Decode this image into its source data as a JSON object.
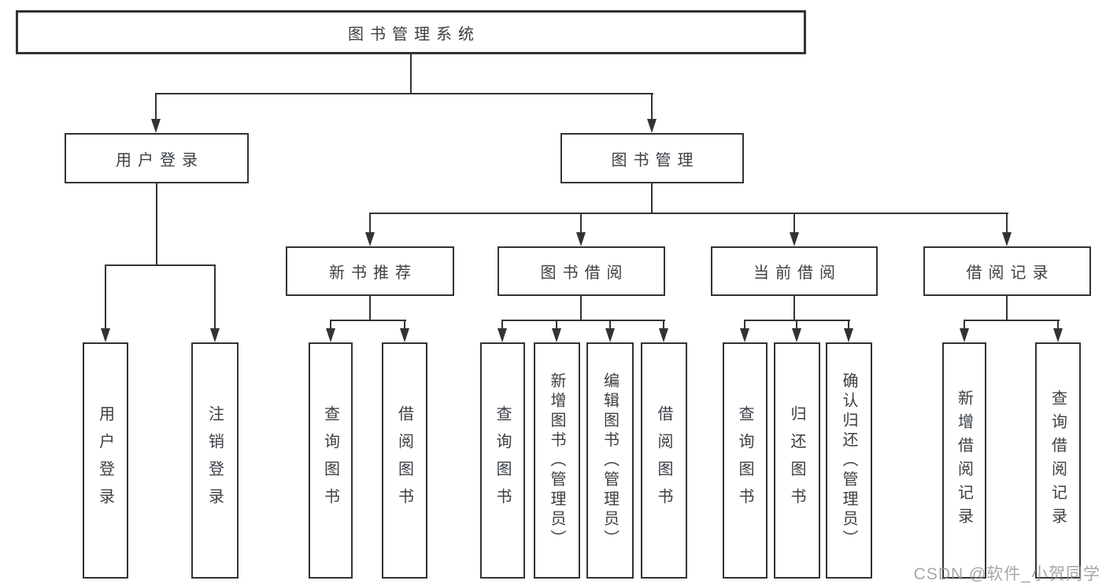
{
  "diagram": {
    "root": {
      "label": "图书管理系统"
    },
    "login": {
      "label": "用户登录",
      "children": [
        {
          "label": "用户登录"
        },
        {
          "label": "注销登录"
        }
      ]
    },
    "mgmt": {
      "label": "图书管理",
      "children": [
        {
          "label": "新书推荐",
          "children": [
            {
              "label": "查询图书"
            },
            {
              "label": "借阅图书"
            }
          ]
        },
        {
          "label": "图书借阅",
          "children": [
            {
              "label": "查询图书"
            },
            {
              "label": "新增图书（管理员）"
            },
            {
              "label": "编辑图书（管理员）"
            },
            {
              "label": "借阅图书"
            }
          ]
        },
        {
          "label": "当前借阅",
          "children": [
            {
              "label": "查询图书"
            },
            {
              "label": "归还图书"
            },
            {
              "label": "确认归还（管理员）"
            }
          ]
        },
        {
          "label": "借阅记录",
          "children": [
            {
              "label": "新增借阅记录"
            },
            {
              "label": "查询借阅记录"
            }
          ]
        }
      ]
    },
    "watermark": "CSDN @软件_小贺同学",
    "colors": {
      "line": "#333333",
      "text": "#3b4045",
      "watermark": "#969696",
      "background": "#ffffff"
    }
  }
}
